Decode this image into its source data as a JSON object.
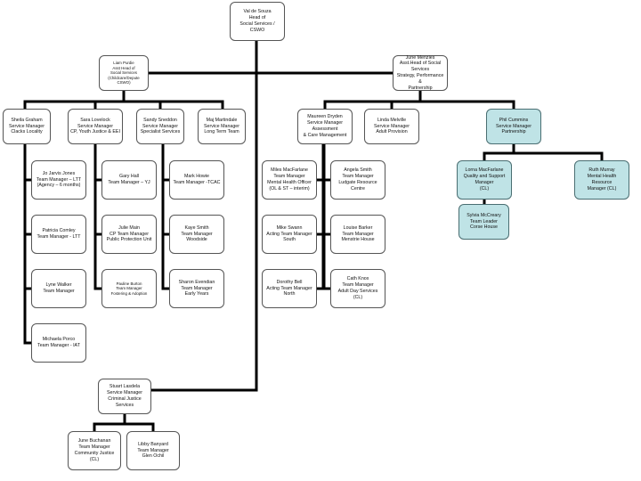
{
  "nodes": {
    "n1": {
      "text": "Val de Souza\nHead of\nSocial Services / CSWO"
    },
    "n2": {
      "text": "Liam Purdie\nAsst Head of\nSocial Services\n(Childcare/Depute CSWO)"
    },
    "n3": {
      "text": "June Menzies\nAsst.Head of Social Services\nStrategy, Performance &\nPartnership"
    },
    "n4": {
      "text": "Sheila Graham\nService Manager\nClacks Locality"
    },
    "n5": {
      "text": "Sara Lovelock\nService Manager\nCP, Youth Justice & EEI"
    },
    "n6": {
      "text": "Sandy Sneddon\nService Manager\nSpecialist Services"
    },
    "n7": {
      "text": "Maj Martindale\nService Manager\nLong Term Team"
    },
    "n8": {
      "text": "Maureen Dryden\nService Manager\nAssessment\n& Care Management"
    },
    "n9": {
      "text": "Linda Melville\nService Manager\nAdult Provision"
    },
    "n10": {
      "text": "Phil Cummins\nService Manager\nPartnership"
    },
    "n11": {
      "text": "Jo Jarvis Jones\nTeam Manager – LTT\n(Agency – 6 months)"
    },
    "n12": {
      "text": "Patricia Comley\nTeam Manager - LTT"
    },
    "n13": {
      "text": "Lyne Walker\nTeam Manager"
    },
    "n14": {
      "text": "Michaela Porco\nTeam Manager - IAT"
    },
    "n15": {
      "text": "Gary Hall\nTeam Manager – YJ"
    },
    "n16": {
      "text": "Julie Main\nCP Team Manager\nPublic Protection Unit"
    },
    "n17": {
      "text": "Pauline Burton\nTeam Manager\nFostering & Adoption"
    },
    "n18": {
      "text": "Mark Howie\nTeam Manager -TCAC"
    },
    "n19": {
      "text": "Kaye Smith\nTeam Manager\nWoodside"
    },
    "n20": {
      "text": "Sharon Evendian\nTeam Manager\nEarly Years"
    },
    "n21": {
      "text": "Miles MacFarlane\nTeam Manager\nMental Health Officer\n(OL & ST – interim)"
    },
    "n22": {
      "text": "Mike Swann\nActing Team Manager\nSouth"
    },
    "n23": {
      "text": "Dorothy Bell\nActing Team Manager\nNorth"
    },
    "n24": {
      "text": "Angela Smith\nTeam Manager\nLudgate Resource Centre"
    },
    "n25": {
      "text": "Louise Barker\nTeam Manager\nMenstrie House"
    },
    "n26": {
      "text": "Cath Knox\nTeam Manager\nAdult Day Services (CL)"
    },
    "n27": {
      "text": "Lorna MacFarlane\nQuality and Support Manager\n(CL)"
    },
    "n28": {
      "text": "Ruth Murray\nMental Health Resource\nManager (CL)"
    },
    "n29": {
      "text": "Sylvia McCreary\nTeam Leader\nCorse House"
    },
    "n30": {
      "text": "Stuart Lasdela\nService Manager\nCriminal Justice Services"
    },
    "n31": {
      "text": "June Buchanan\nTeam Manager\nCommunity Justice (CL)"
    },
    "n32": {
      "text": "Libby Banyard\nTeam Manager\nGlen Ochil"
    }
  },
  "colors": {
    "highlight_fill": "#bfe3e6",
    "line": "#000000",
    "border": "#555555"
  }
}
